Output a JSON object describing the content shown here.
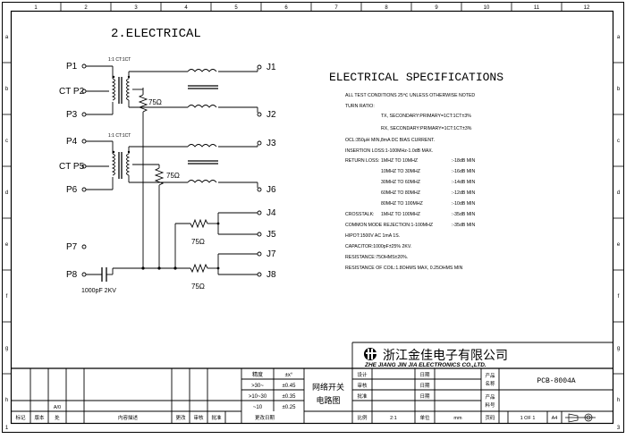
{
  "section_title": "2.ELECTRICAL",
  "border": {
    "top_numbers": [
      "1",
      "2",
      "3",
      "4",
      "5",
      "6",
      "7",
      "8",
      "9",
      "10",
      "11",
      "12"
    ],
    "left_letters": [
      "a",
      "b",
      "c",
      "d",
      "e",
      "f",
      "g",
      "h"
    ],
    "right_letters": [
      "a",
      "b",
      "c",
      "d",
      "e",
      "f",
      "g",
      "h"
    ],
    "bottom_marks": [
      "1",
      "3"
    ]
  },
  "schematic": {
    "left_pins": {
      "p1": "P1",
      "p2": "CT P2",
      "p3": "P3",
      "p4": "P4",
      "p5": "CT P5",
      "p6": "P6",
      "p7": "P7",
      "p8": "P8"
    },
    "right_pins": {
      "j1": "J1",
      "j2": "J2",
      "j3": "J3",
      "j4": "J4",
      "j5": "J5",
      "j6": "J6",
      "j7": "J7",
      "j8": "J8"
    },
    "ratio_top": "1:1 CT:1CT",
    "ratio_bottom": "1:1 CT:1CT",
    "res_top": "75Ω",
    "res_mid": "75Ω",
    "res_j45": "75Ω",
    "res_j78": "75Ω",
    "capacitor": "1000pF  2KV"
  },
  "specs": {
    "title": "ELECTRICAL SPECIFICATIONS",
    "lines": [
      "ALL TEST CONDITIONS 25℃ UNLESS OTHERWISE NOTED",
      "TURN RATIO:",
      "TX, SECONDARY:PRIMARY=1CT:1CT±3%",
      "RX, SECONDARY:PRIMARY=1CT:1CT±3%",
      "OCL:350μH MIN,8mA DC BIAS CURRENT.",
      "INSERTION LOSS:1-100MHz-1.0dB MAX."
    ],
    "return_loss_label": "RETURN LOSS:",
    "return_loss": [
      {
        "range": "1MHZ TO 10MHZ",
        "value": ":-18dB MIN"
      },
      {
        "range": "10MHZ TO 30MHZ",
        "value": ":-16dB MIN"
      },
      {
        "range": "30MHZ TO 60MHZ",
        "value": ":-14dB MIN"
      },
      {
        "range": "60MHZ TO 80MHZ",
        "value": ":-12dB MIN"
      },
      {
        "range": "80MHZ TO 100MHZ",
        "value": ":-10dB MIN"
      }
    ],
    "crosstalk_label": "CROSSTALK:",
    "crosstalk_range": "1MHZ TO 100MHZ",
    "crosstalk_value": ":-35dB MIN",
    "cmrr": "COMMON MODE REJECTION:1-100MHZ",
    "cmrr_value": ":-35dB MIN",
    "bottom_lines": [
      "HIPOT:1500V AC 1mA 1S.",
      "CAPACITOR:1000pF±25% 2KV.",
      "RESISTANCE:75OHMS±20%.",
      "RESISTANCE OF COIL:1.8OHMS MAX, 0.25OHMS MIN"
    ]
  },
  "title_block": {
    "company_cn": "浙江金佳电子有限公司",
    "company_en": "ZHE JIANG JIN JIA ELECTRONICS CO.,LTD.",
    "tolerance_header": "精度",
    "tolerance_header2": "±x°",
    "tolerance_rows": [
      {
        "range": ">30~",
        "val": "±0.45"
      },
      {
        "range": ">10~30",
        "val": "±0.35"
      },
      {
        "range": "~10",
        "val": "±0.25"
      }
    ],
    "drawing_name_1": "网络开关",
    "drawing_name_2": "电路图",
    "labels": {
      "design": "设计",
      "review": "审核",
      "approve": "批准",
      "scale": "比例",
      "date1": "日期",
      "date2": "日期",
      "date3": "日期",
      "unit": "单位",
      "product_name_1": "产品",
      "product_name_2": "名称",
      "product_no_1": "产品",
      "product_no_2": "料号",
      "page": "页码"
    },
    "scale_value": "2:1",
    "unit_value": "mm",
    "part_number": "PCB-8004A",
    "page_value": "1 OF 1",
    "size_value": "A4",
    "revision_rows": [
      {
        "mark": "A/0"
      }
    ],
    "revision_header": [
      "标记",
      "版本",
      "处",
      "内容描述",
      "更改",
      "审核",
      "批准",
      "更改日期"
    ]
  }
}
